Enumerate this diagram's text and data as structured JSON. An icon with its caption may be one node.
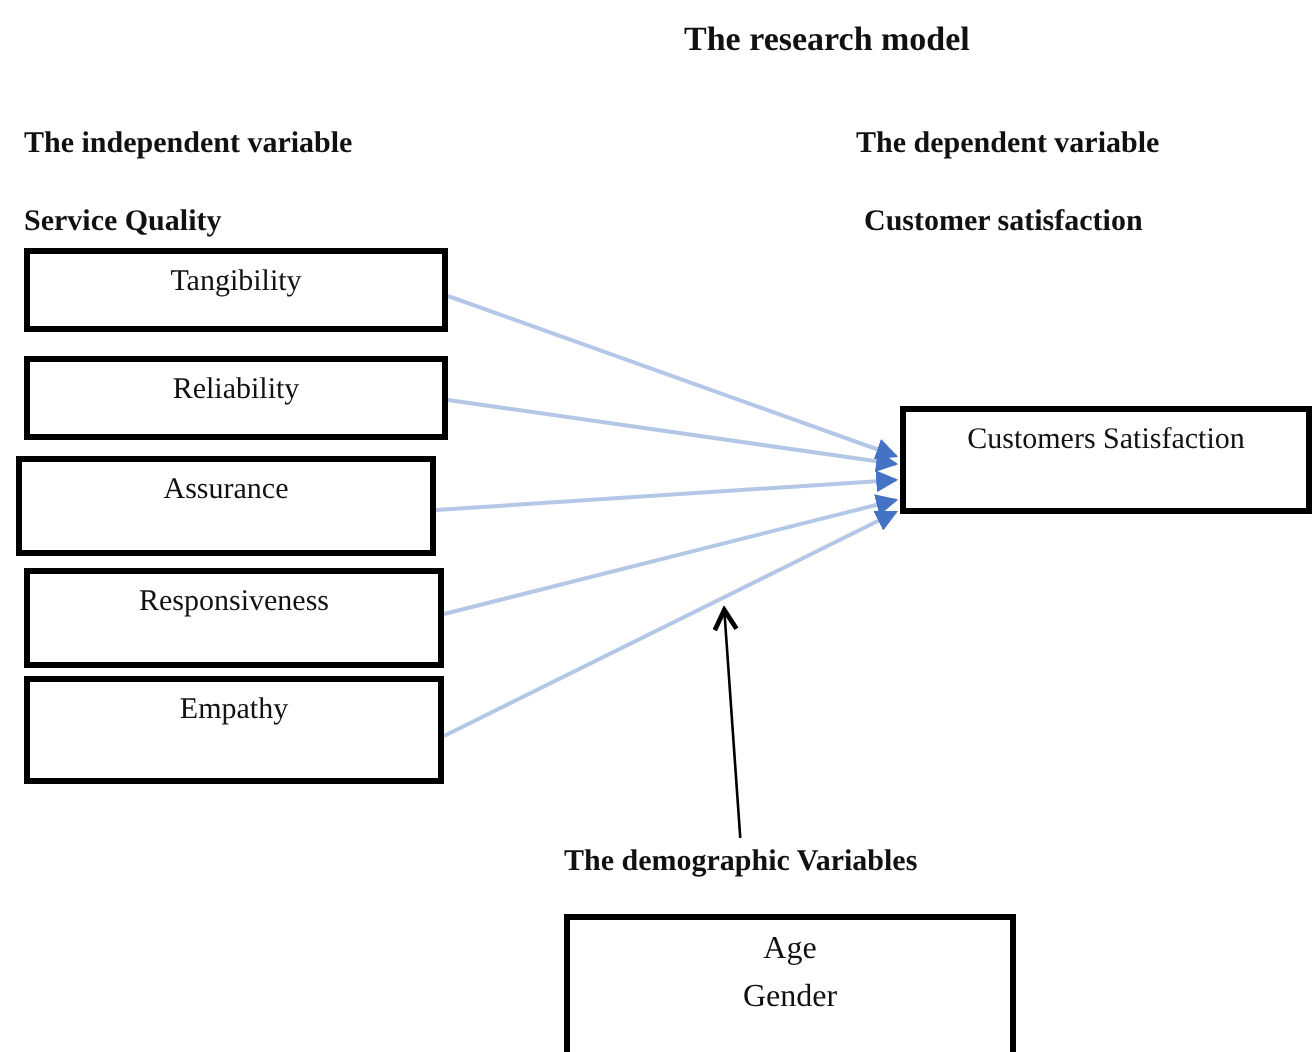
{
  "diagram": {
    "title": "The research model",
    "nodes": [
      {
        "text": [
          "Tangibility"
        ]
      },
      {
        "text": [
          "Reliability"
        ]
      },
      {
        "text": [
          "Assurance"
        ]
      },
      {
        "text": [
          "Responsiveness"
        ]
      },
      {
        "text": [
          "Empathy"
        ]
      },
      {
        "text": [
          "Customers Satisfaction"
        ]
      },
      {
        "text": [
          "The demographic Variables",
          "Age",
          "Gender"
        ]
      }
    ],
    "edges": [
      {
        "from": 0,
        "to": 5,
        "arrow": "to"
      },
      {
        "from": 1,
        "to": 5,
        "arrow": "to"
      },
      {
        "from": 2,
        "to": 5,
        "arrow": "to"
      },
      {
        "from": 3,
        "to": 5,
        "arrow": "to"
      },
      {
        "from": 4,
        "to": 5,
        "arrow": "to"
      },
      {
        "from": 6,
        "to": null,
        "arrow": "to",
        "color": "#000000"
      }
    ],
    "labels": [
      "The independent variable",
      "Service Quality",
      "The dependent variable",
      "Customer satisfaction"
    ]
  }
}
